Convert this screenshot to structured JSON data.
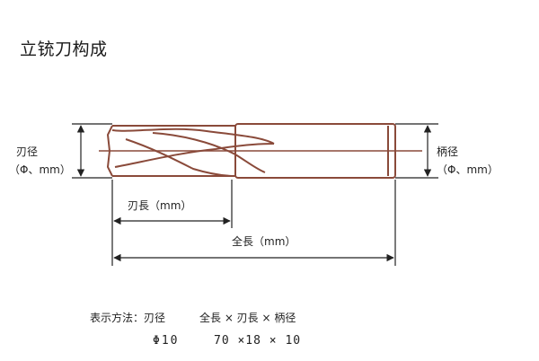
{
  "title": "立铳刀构成",
  "labels": {
    "cutting_dia": "刃径",
    "cutting_dia_unit": "（Φ、mm）",
    "shank_dia": "柄径",
    "shank_dia_unit": "（Φ、mm）",
    "flute_length": "刃長（mm）",
    "overall_length": "全長（mm）"
  },
  "formula": {
    "label": "表示方法：刃径",
    "expression": "全長 × 刃長 × 柄径"
  },
  "example": {
    "diameter": "Φ10",
    "dimensions": "70 ×18 × 10"
  },
  "colors": {
    "tool_outline": "#8a4a3a",
    "dimension_line": "#222222"
  }
}
